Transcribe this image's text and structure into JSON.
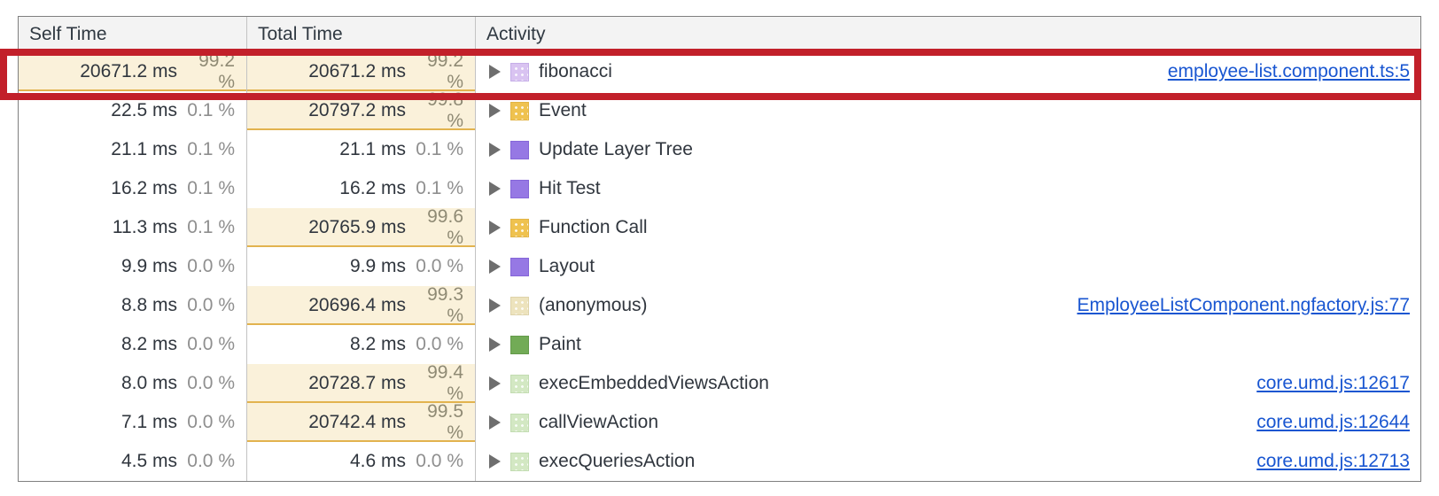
{
  "header": {
    "self": "Self Time",
    "total": "Total Time",
    "activity": "Activity"
  },
  "rows": [
    {
      "self_ms": "20671.2 ms",
      "self_pct": "99.2 %",
      "self_hl": true,
      "total_ms": "20671.2 ms",
      "total_pct": "99.2 %",
      "total_hl": true,
      "label": "fibonacci",
      "swatch": "lavender",
      "dotted": true,
      "link": "employee-list.component.ts:5",
      "annotated": true
    },
    {
      "self_ms": "22.5 ms",
      "self_pct": "0.1 %",
      "self_hl": false,
      "total_ms": "20797.2 ms",
      "total_pct": "99.8 %",
      "total_hl": true,
      "label": "Event",
      "swatch": "yellow",
      "dotted": true,
      "link": ""
    },
    {
      "self_ms": "21.1 ms",
      "self_pct": "0.1 %",
      "self_hl": false,
      "total_ms": "21.1 ms",
      "total_pct": "0.1 %",
      "total_hl": false,
      "label": "Update Layer Tree",
      "swatch": "purple",
      "dotted": false,
      "link": ""
    },
    {
      "self_ms": "16.2 ms",
      "self_pct": "0.1 %",
      "self_hl": false,
      "total_ms": "16.2 ms",
      "total_pct": "0.1 %",
      "total_hl": false,
      "label": "Hit Test",
      "swatch": "purple",
      "dotted": false,
      "link": ""
    },
    {
      "self_ms": "11.3 ms",
      "self_pct": "0.1 %",
      "self_hl": false,
      "total_ms": "20765.9 ms",
      "total_pct": "99.6 %",
      "total_hl": true,
      "label": "Function Call",
      "swatch": "yellow",
      "dotted": true,
      "link": ""
    },
    {
      "self_ms": "9.9 ms",
      "self_pct": "0.0 %",
      "self_hl": false,
      "total_ms": "9.9 ms",
      "total_pct": "0.0 %",
      "total_hl": false,
      "label": "Layout",
      "swatch": "purple",
      "dotted": false,
      "link": ""
    },
    {
      "self_ms": "8.8 ms",
      "self_pct": "0.0 %",
      "self_hl": false,
      "total_ms": "20696.4 ms",
      "total_pct": "99.3 %",
      "total_hl": true,
      "label": "(anonymous)",
      "swatch": "tan",
      "dotted": true,
      "link": "EmployeeListComponent.ngfactory.js:77"
    },
    {
      "self_ms": "8.2 ms",
      "self_pct": "0.0 %",
      "self_hl": false,
      "total_ms": "8.2 ms",
      "total_pct": "0.0 %",
      "total_hl": false,
      "label": "Paint",
      "swatch": "green",
      "dotted": false,
      "link": ""
    },
    {
      "self_ms": "8.0 ms",
      "self_pct": "0.0 %",
      "self_hl": false,
      "total_ms": "20728.7 ms",
      "total_pct": "99.4 %",
      "total_hl": true,
      "label": "execEmbeddedViewsAction",
      "swatch": "lightgreen",
      "dotted": true,
      "link": "core.umd.js:12617"
    },
    {
      "self_ms": "7.1 ms",
      "self_pct": "0.0 %",
      "self_hl": false,
      "total_ms": "20742.4 ms",
      "total_pct": "99.5 %",
      "total_hl": true,
      "label": "callViewAction",
      "swatch": "lightgreen",
      "dotted": true,
      "link": "core.umd.js:12644"
    },
    {
      "self_ms": "4.5 ms",
      "self_pct": "0.0 %",
      "self_hl": false,
      "total_ms": "4.6 ms",
      "total_pct": "0.0 %",
      "total_hl": false,
      "label": "execQueriesAction",
      "swatch": "lightgreen",
      "dotted": true,
      "link": "core.umd.js:12713"
    }
  ],
  "colors": {
    "annotation_box": "#c2202a",
    "highlight_bg": "#faf1da",
    "highlight_underline": "#e2b34f",
    "link": "#1956d1",
    "header_bg": "#f3f3f3",
    "text_primary": "#30363e",
    "text_percent": "#8f8f8f",
    "swatches": {
      "lavender": {
        "bg": "#d9c3f1",
        "border": "#c5aee8"
      },
      "yellow": {
        "bg": "#efc24f",
        "border": "#e2b446"
      },
      "purple": {
        "bg": "#9678e4",
        "border": "#8566d8"
      },
      "tan": {
        "bg": "#ede3bd",
        "border": "#ded3aa"
      },
      "green": {
        "bg": "#72ab56",
        "border": "#649a4b"
      },
      "lightgreen": {
        "bg": "#d3e8c3",
        "border": "#c2dcb1"
      }
    }
  },
  "icons": {
    "expand_icon": "triangle-right"
  }
}
